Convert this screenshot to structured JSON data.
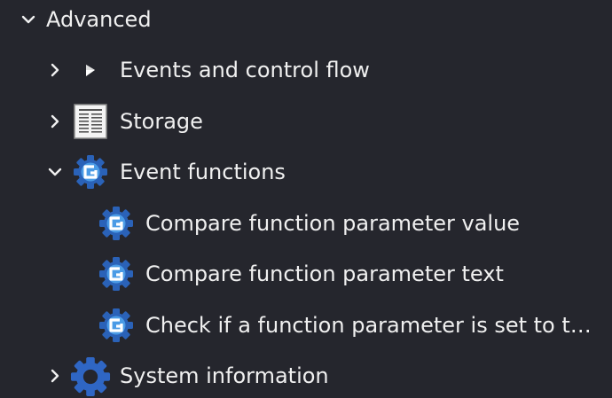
{
  "tree": {
    "root": {
      "label": "Advanced",
      "expanded": true
    },
    "events_control_flow": {
      "label": "Events and control flow",
      "expanded": false,
      "icon": "triangle-right-icon"
    },
    "storage": {
      "label": "Storage",
      "expanded": false,
      "icon": "storage-document-icon"
    },
    "event_functions": {
      "label": "Event functions",
      "expanded": true,
      "icon": "gdevelop-gear-icon"
    },
    "compare_value": {
      "label": "Compare function parameter value",
      "icon": "gdevelop-gear-icon"
    },
    "compare_text": {
      "label": "Compare function parameter text",
      "icon": "gdevelop-gear-icon"
    },
    "check_set": {
      "label": "Check if a function parameter is set to t…",
      "icon": "gdevelop-gear-icon"
    },
    "system_info": {
      "label": "System information",
      "expanded": false,
      "icon": "blue-gear-icon"
    }
  },
  "colors": {
    "background": "#25262d",
    "text": "#f0f0f0",
    "gear_blue": "#2a62b8",
    "gear_light": "#4a9be6"
  }
}
